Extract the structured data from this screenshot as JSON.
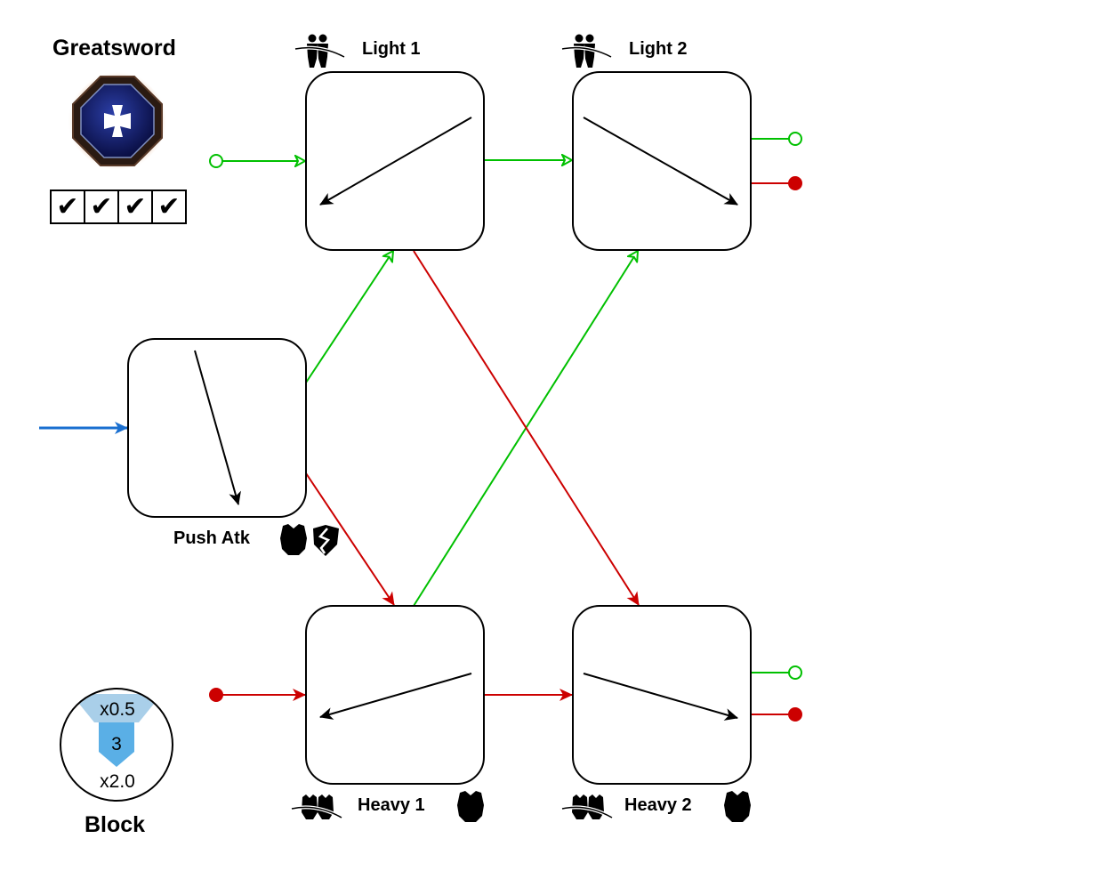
{
  "weapon": {
    "title": "Greatsword",
    "icon": "templar-cross-gem-icon",
    "checkboxes": [
      {
        "checked": true,
        "glyph": "✔"
      },
      {
        "checked": true,
        "glyph": "✔"
      },
      {
        "checked": true,
        "glyph": "✔"
      },
      {
        "checked": true,
        "glyph": "✔"
      }
    ]
  },
  "nodes": {
    "light1": {
      "label": "Light 1",
      "icon": "horizontal-sweep-icon",
      "direction": "top-right to bottom-left"
    },
    "light2": {
      "label": "Light 2",
      "icon": "horizontal-sweep-icon",
      "direction": "top-left to bottom-right"
    },
    "push": {
      "label": "Push Atk",
      "icon": "vertical-stab-icon",
      "direction": "top to bottom",
      "badges": [
        "armor-icon",
        "broken-armor-icon"
      ]
    },
    "heavy1": {
      "label": "Heavy 1",
      "icon": "heavy-sweep-icon",
      "direction": "right to left",
      "badges": [
        "armor-icon"
      ]
    },
    "heavy2": {
      "label": "Heavy 2",
      "icon": "heavy-sweep-icon",
      "direction": "left to right",
      "badges": [
        "armor-icon"
      ]
    }
  },
  "block": {
    "label": "Block",
    "top_multiplier": "x0.5",
    "value": "3",
    "bottom_multiplier": "x2.0"
  },
  "colors": {
    "light": "#00c000",
    "heavy": "#cc0000",
    "entry": "#1a6fd0",
    "block_light": "#a9cfe9",
    "block_dark": "#5aafe6"
  },
  "connections": [
    {
      "from": "light-input",
      "to": "light1",
      "type": "light"
    },
    {
      "from": "heavy-input",
      "to": "heavy1",
      "type": "heavy"
    },
    {
      "from": "entry",
      "to": "push",
      "type": "entry"
    },
    {
      "from": "light1",
      "to": "light2",
      "type": "light"
    },
    {
      "from": "light1",
      "to": "heavy2",
      "type": "heavy"
    },
    {
      "from": "push",
      "to": "light1",
      "type": "light"
    },
    {
      "from": "push",
      "to": "heavy1",
      "type": "heavy"
    },
    {
      "from": "heavy1",
      "to": "light2",
      "type": "light"
    },
    {
      "from": "heavy1",
      "to": "heavy2",
      "type": "heavy"
    },
    {
      "from": "light2",
      "to": "light-output",
      "type": "light"
    },
    {
      "from": "light2",
      "to": "heavy-output",
      "type": "heavy"
    },
    {
      "from": "heavy2",
      "to": "light-output",
      "type": "light"
    },
    {
      "from": "heavy2",
      "to": "heavy-output",
      "type": "heavy"
    }
  ]
}
